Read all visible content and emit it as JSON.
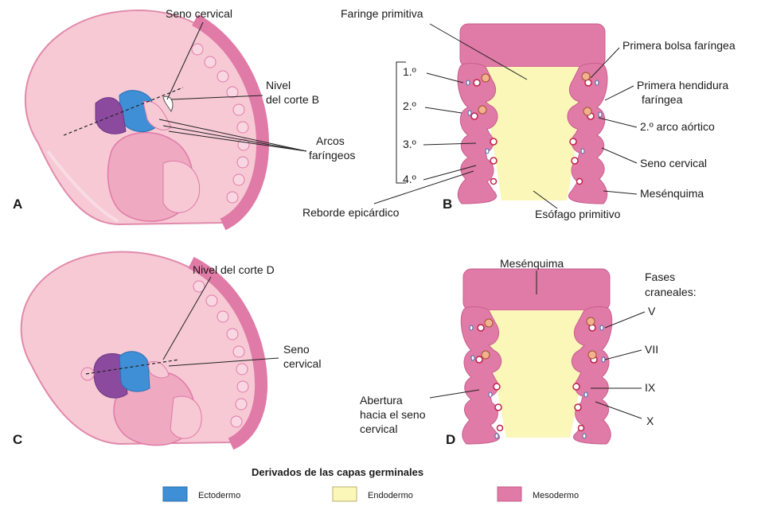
{
  "panels": {
    "a": "A",
    "b": "B",
    "c": "C",
    "d": "D"
  },
  "labels": {
    "seno_cervical_a": "Seno cervical",
    "nivel_b_1": "Nivel",
    "nivel_b_2": "del corte B",
    "arcos_1": "Arcos",
    "arcos_2": "faríngeos",
    "reborde": "Reborde epicárdico",
    "faringe": "Faringe primitiva",
    "primera_bolsa": "Primera bolsa faríngea",
    "primera_hend_1": "Primera hendidura",
    "primera_hend_2": "faríngea",
    "arco_aortico": "2.º arco aórtico",
    "seno_cervical_b": "Seno cervical",
    "mesenquima_b": "Mesénquima",
    "esofago": "Esófago primitivo",
    "n1": "1.º",
    "n2": "2.º",
    "n3": "3.º",
    "n4": "4.º",
    "nivel_d": "Nivel del corte D",
    "seno_c_1": "Seno",
    "seno_c_2": "cervical",
    "mesenquima_d": "Mesénquima",
    "fases_1": "Fases",
    "fases_2": "craneales:",
    "v": "V",
    "vii": "VII",
    "ix": "IX",
    "x": "X",
    "abertura_1": "Abertura",
    "abertura_2": "hacia el seno",
    "abertura_3": "cervical"
  },
  "legend": {
    "title": "Derivados de las capas germinales",
    "items": [
      {
        "label": "Ectodermo",
        "color": "#3f8fd6"
      },
      {
        "label": "Endodermo",
        "color": "#faf7b8"
      },
      {
        "label": "Mesodermo",
        "color": "#e07aa6"
      }
    ]
  },
  "colors": {
    "embryo": "#f4c3d0",
    "embryo_dark": "#e99bb6",
    "mesoderm": "#e07aa6",
    "endoderm": "#faf7b8",
    "ectoderm": "#3f8fd6",
    "purple": "#8c4a9e"
  }
}
